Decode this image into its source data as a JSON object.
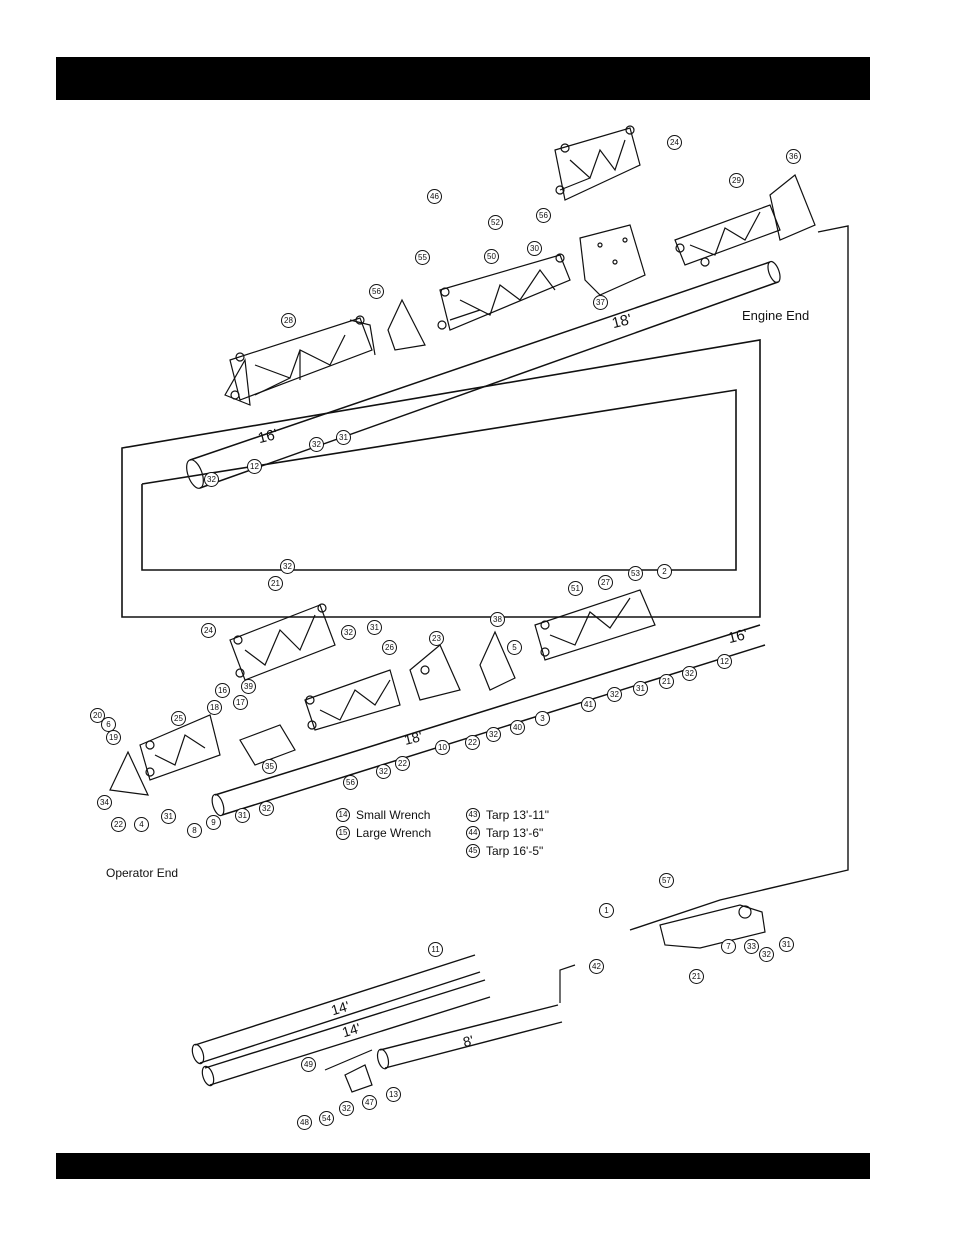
{
  "labels": {
    "engine_end": "Engine End",
    "operator_end": "Operator End",
    "len_18_top": "18'",
    "len_16_top": "16'",
    "len_16_mid": "16'",
    "len_18_mid": "18'",
    "len_14_a": "14'",
    "len_14_b": "14'",
    "len_8": "8'"
  },
  "legend": [
    {
      "num": "14",
      "text": "Small Wrench"
    },
    {
      "num": "15",
      "text": "Large Wrench"
    },
    {
      "num": "43",
      "text": "Tarp 13'-11\""
    },
    {
      "num": "44",
      "text": "Tarp 13'-6\""
    },
    {
      "num": "45",
      "text": "Tarp 16'-5\""
    }
  ],
  "callouts": [
    {
      "n": "24"
    },
    {
      "n": "36"
    },
    {
      "n": "29"
    },
    {
      "n": "46"
    },
    {
      "n": "52"
    },
    {
      "n": "56"
    },
    {
      "n": "55"
    },
    {
      "n": "50"
    },
    {
      "n": "30"
    },
    {
      "n": "37"
    },
    {
      "n": "28"
    },
    {
      "n": "56"
    },
    {
      "n": "32"
    },
    {
      "n": "31"
    },
    {
      "n": "12"
    },
    {
      "n": "32"
    },
    {
      "n": "32"
    },
    {
      "n": "21"
    },
    {
      "n": "51"
    },
    {
      "n": "27"
    },
    {
      "n": "53"
    },
    {
      "n": "2"
    },
    {
      "n": "24"
    },
    {
      "n": "32"
    },
    {
      "n": "31"
    },
    {
      "n": "26"
    },
    {
      "n": "23"
    },
    {
      "n": "38"
    },
    {
      "n": "5"
    },
    {
      "n": "16"
    },
    {
      "n": "39"
    },
    {
      "n": "17"
    },
    {
      "n": "18"
    },
    {
      "n": "25"
    },
    {
      "n": "20"
    },
    {
      "n": "6"
    },
    {
      "n": "19"
    },
    {
      "n": "35"
    },
    {
      "n": "41"
    },
    {
      "n": "32"
    },
    {
      "n": "31"
    },
    {
      "n": "21"
    },
    {
      "n": "32"
    },
    {
      "n": "12"
    },
    {
      "n": "22"
    },
    {
      "n": "32"
    },
    {
      "n": "40"
    },
    {
      "n": "3"
    },
    {
      "n": "10"
    },
    {
      "n": "32"
    },
    {
      "n": "22"
    },
    {
      "n": "56"
    },
    {
      "n": "34"
    },
    {
      "n": "22"
    },
    {
      "n": "4"
    },
    {
      "n": "31"
    },
    {
      "n": "8"
    },
    {
      "n": "9"
    },
    {
      "n": "32"
    },
    {
      "n": "31"
    },
    {
      "n": "57"
    },
    {
      "n": "1"
    },
    {
      "n": "7"
    },
    {
      "n": "33"
    },
    {
      "n": "32"
    },
    {
      "n": "31"
    },
    {
      "n": "21"
    },
    {
      "n": "11"
    },
    {
      "n": "42"
    },
    {
      "n": "49"
    },
    {
      "n": "13"
    },
    {
      "n": "47"
    },
    {
      "n": "48"
    },
    {
      "n": "54"
    },
    {
      "n": "32"
    }
  ]
}
